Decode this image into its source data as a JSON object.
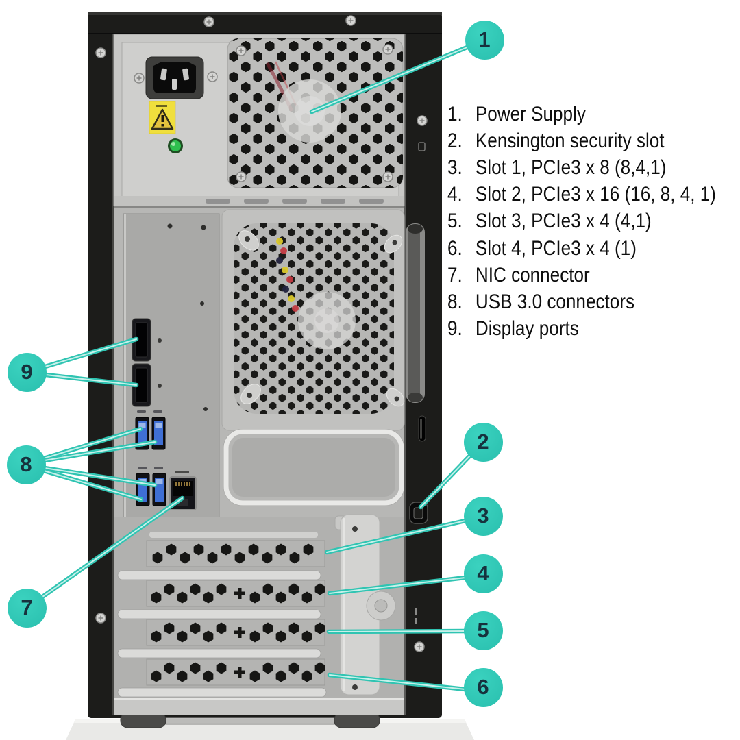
{
  "figure": {
    "description": "Rear view diagram of a tower server chassis with numbered callouts"
  },
  "colors": {
    "accent_teal": "#2fc4b2",
    "callout_number_text": "#17323d",
    "usb_blue": "#3f6fd4",
    "warning_label_yellow": "#f0df3d",
    "power_led_green": "#2fbf4f",
    "legend_text": "#0e0e0e"
  },
  "legend": {
    "items": [
      {
        "num": "1.",
        "label": "Power Supply"
      },
      {
        "num": "2.",
        "label": "Kensington security slot"
      },
      {
        "num": "3.",
        "label": "Slot 1, PCIe3 x 8 (8,4,1)"
      },
      {
        "num": "4.",
        "label": "Slot 2, PCIe3 x 16 (16, 8, 4, 1)"
      },
      {
        "num": "5.",
        "label": "Slot 3, PCIe3 x 4 (4,1)"
      },
      {
        "num": "6.",
        "label": "Slot 4, PCIe3 x 4 (1)"
      },
      {
        "num": "7.",
        "label": "NIC connector"
      },
      {
        "num": "8.",
        "label": "USB 3.0 connectors"
      },
      {
        "num": "9.",
        "label": "Display ports"
      }
    ]
  },
  "callouts": [
    {
      "number": "1",
      "target": "power-supply"
    },
    {
      "number": "2",
      "target": "kensington-security-slot"
    },
    {
      "number": "3",
      "target": "pcie-slot-1"
    },
    {
      "number": "4",
      "target": "pcie-slot-2"
    },
    {
      "number": "5",
      "target": "pcie-slot-3"
    },
    {
      "number": "6",
      "target": "pcie-slot-4"
    },
    {
      "number": "7",
      "target": "nic-connector"
    },
    {
      "number": "8",
      "target": "usb3-connectors"
    },
    {
      "number": "9",
      "target": "display-ports"
    }
  ]
}
